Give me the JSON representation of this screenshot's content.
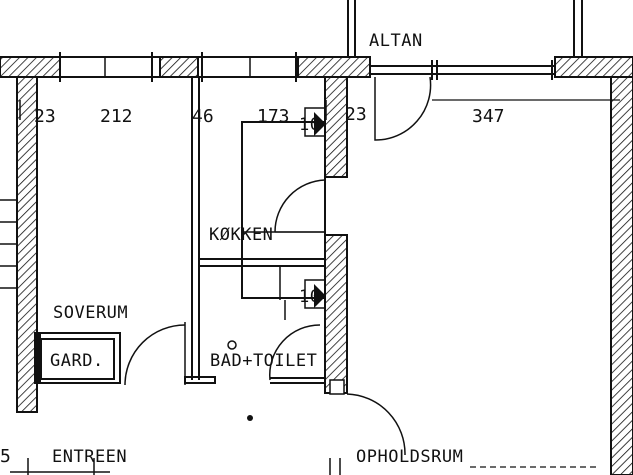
{
  "rooms": {
    "altan": "ALTAN",
    "kokken": "KØKKEN",
    "soverum": "SOVERUM",
    "gard": "GARD.",
    "bad_toilet": "BAD+TOILET",
    "entreen": "ENTREEN",
    "opholdsrum": "OPHOLDSRUM"
  },
  "dimensions": {
    "d1": "23",
    "d2": "212",
    "d3": "46",
    "d4": "173",
    "d5": "23",
    "d6": "347",
    "d7": "5",
    "h1": "10",
    "h2": "10"
  },
  "colors": {
    "ink": "#111111",
    "paper": "#ffffff"
  }
}
